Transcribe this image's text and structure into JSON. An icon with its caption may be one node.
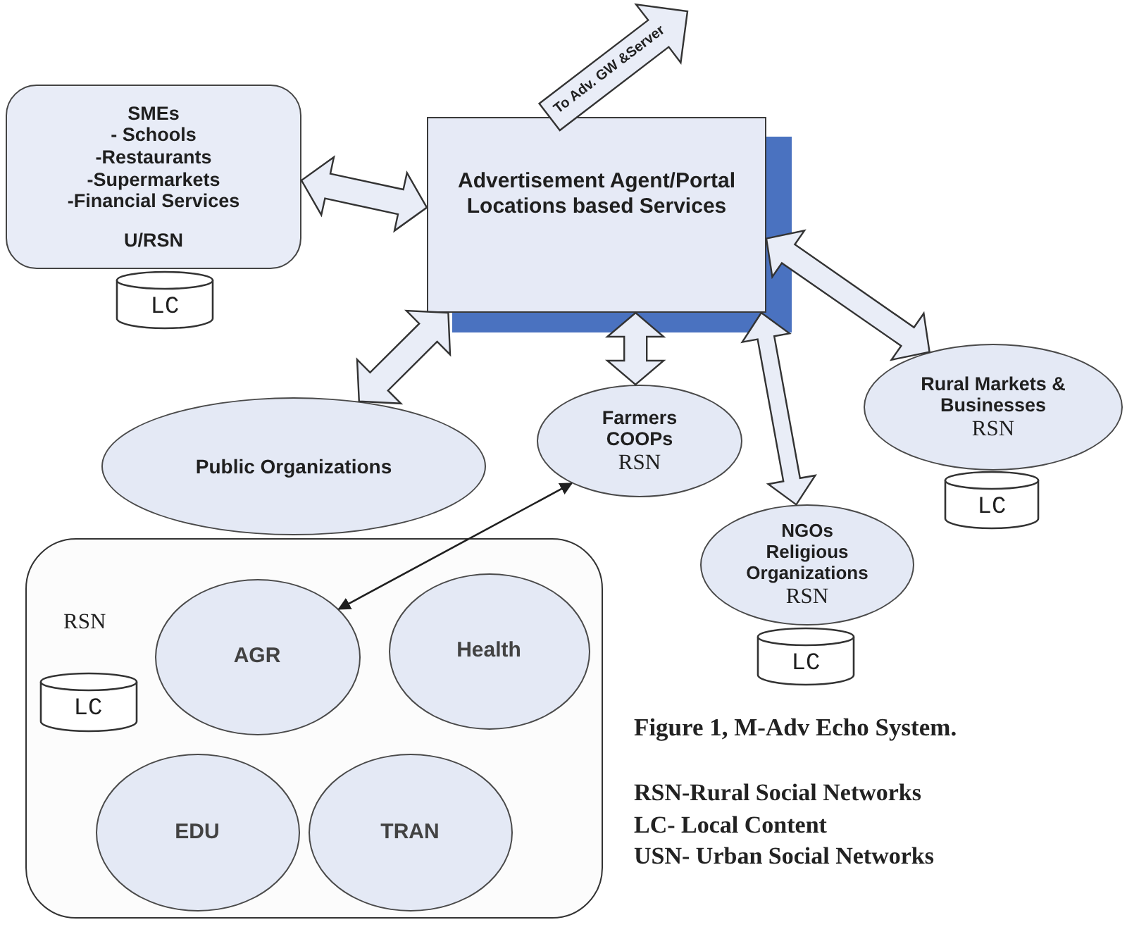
{
  "diagram": {
    "caption": "Figure 1, M-Adv Echo System.",
    "nodes": [
      {
        "text": [
          "SMEs",
          "- Schools",
          "-Restaurants",
          "-Supermarkets",
          "-Financial Services",
          "U/RSN"
        ]
      },
      {
        "text": [
          "LC"
        ]
      },
      {
        "text": [
          "Advertisement Agent/Portal Locations based Services"
        ]
      },
      {
        "text": [
          "Public Organizations"
        ]
      },
      {
        "text": [
          "Farmers COOPs",
          "RSN"
        ]
      },
      {
        "text": [
          "Rural Markets & Businesses",
          "RSN"
        ]
      },
      {
        "text": [
          "LC"
        ]
      },
      {
        "text": [
          "NGOs Religious Organizations",
          "RSN"
        ]
      },
      {
        "text": [
          "LC"
        ]
      },
      {
        "text": [
          "RSN"
        ]
      },
      {
        "text": [
          "LC"
        ],
        "in": 9
      },
      {
        "text": [
          "AGR"
        ],
        "in": 9
      },
      {
        "text": [
          "Health"
        ],
        "in": 9
      },
      {
        "text": [
          "EDU"
        ],
        "in": 9
      },
      {
        "text": [
          "TRAN"
        ],
        "in": 9
      }
    ],
    "edges": [
      {
        "from": 0,
        "to": 2,
        "arrow": "both",
        "style": "thick"
      },
      {
        "from": 3,
        "to": 2,
        "arrow": "both",
        "style": "thick"
      },
      {
        "from": 2,
        "to": 4,
        "arrow": "both",
        "style": "thick"
      },
      {
        "from": 2,
        "to": 7,
        "arrow": "both",
        "style": "thick"
      },
      {
        "from": 2,
        "to": 5,
        "arrow": "both",
        "style": "thick"
      },
      {
        "from": 2,
        "to": null,
        "arrow": "to",
        "style": "thick",
        "label": "To Adv. GW &Server"
      },
      {
        "from": 4,
        "to": 11,
        "arrow": "both"
      }
    ],
    "labels": [
      "RSN-Rural Social Networks",
      "LC- Local Content",
      "USN- Urban Social Networks"
    ]
  }
}
